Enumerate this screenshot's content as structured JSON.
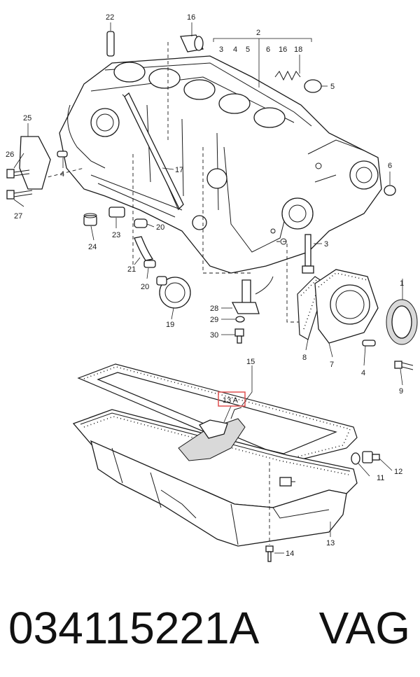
{
  "labels": {
    "l1": "1",
    "l2": "2",
    "l3": "3",
    "l3b": "3",
    "l4": "4",
    "l4b": "4",
    "l4c": "4",
    "l5": "5",
    "l5b": "5",
    "l6": "6",
    "l6b": "6",
    "l7": "7",
    "l8": "8",
    "l9": "9",
    "l11": "11",
    "l12": "12",
    "l13": "13",
    "l13a": "13 A",
    "l14": "14",
    "l15": "15",
    "l16": "16",
    "l16b": "16",
    "l17": "17",
    "l18": "18",
    "l19": "19",
    "l20": "20",
    "l20b": "20",
    "l21": "21",
    "l22": "22",
    "l23": "23",
    "l24": "24",
    "l25": "25",
    "l26": "26",
    "l27": "27",
    "l28": "28",
    "l29": "29",
    "l30": "30"
  },
  "highlight_color": "#e05050",
  "caption": {
    "part_number": "034115221A",
    "brand": "VAG"
  }
}
